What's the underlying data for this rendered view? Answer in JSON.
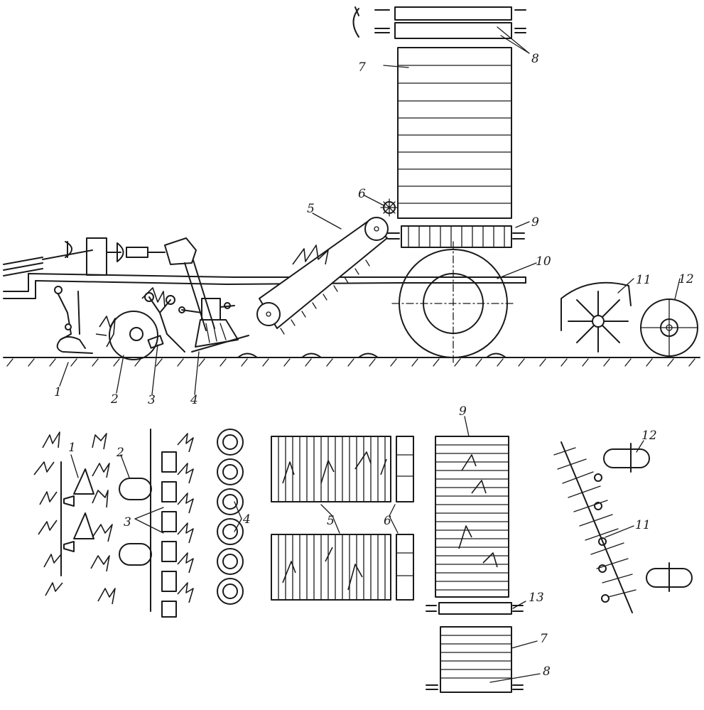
{
  "labels": {
    "side": {
      "l1": "1",
      "l2": "2",
      "l3": "3",
      "l4": "4",
      "l5": "5",
      "l6": "6",
      "l7": "7",
      "l8": "8",
      "l9": "9",
      "l10": "10",
      "l11": "11",
      "l12": "12"
    },
    "plan": {
      "l1": "1",
      "l2": "2",
      "l3": "3",
      "l4": "4",
      "l5": "5",
      "l6": "6",
      "l9": "9",
      "l11": "11",
      "l12": "12",
      "l13": "13",
      "l7": "7",
      "l8": "8"
    }
  }
}
